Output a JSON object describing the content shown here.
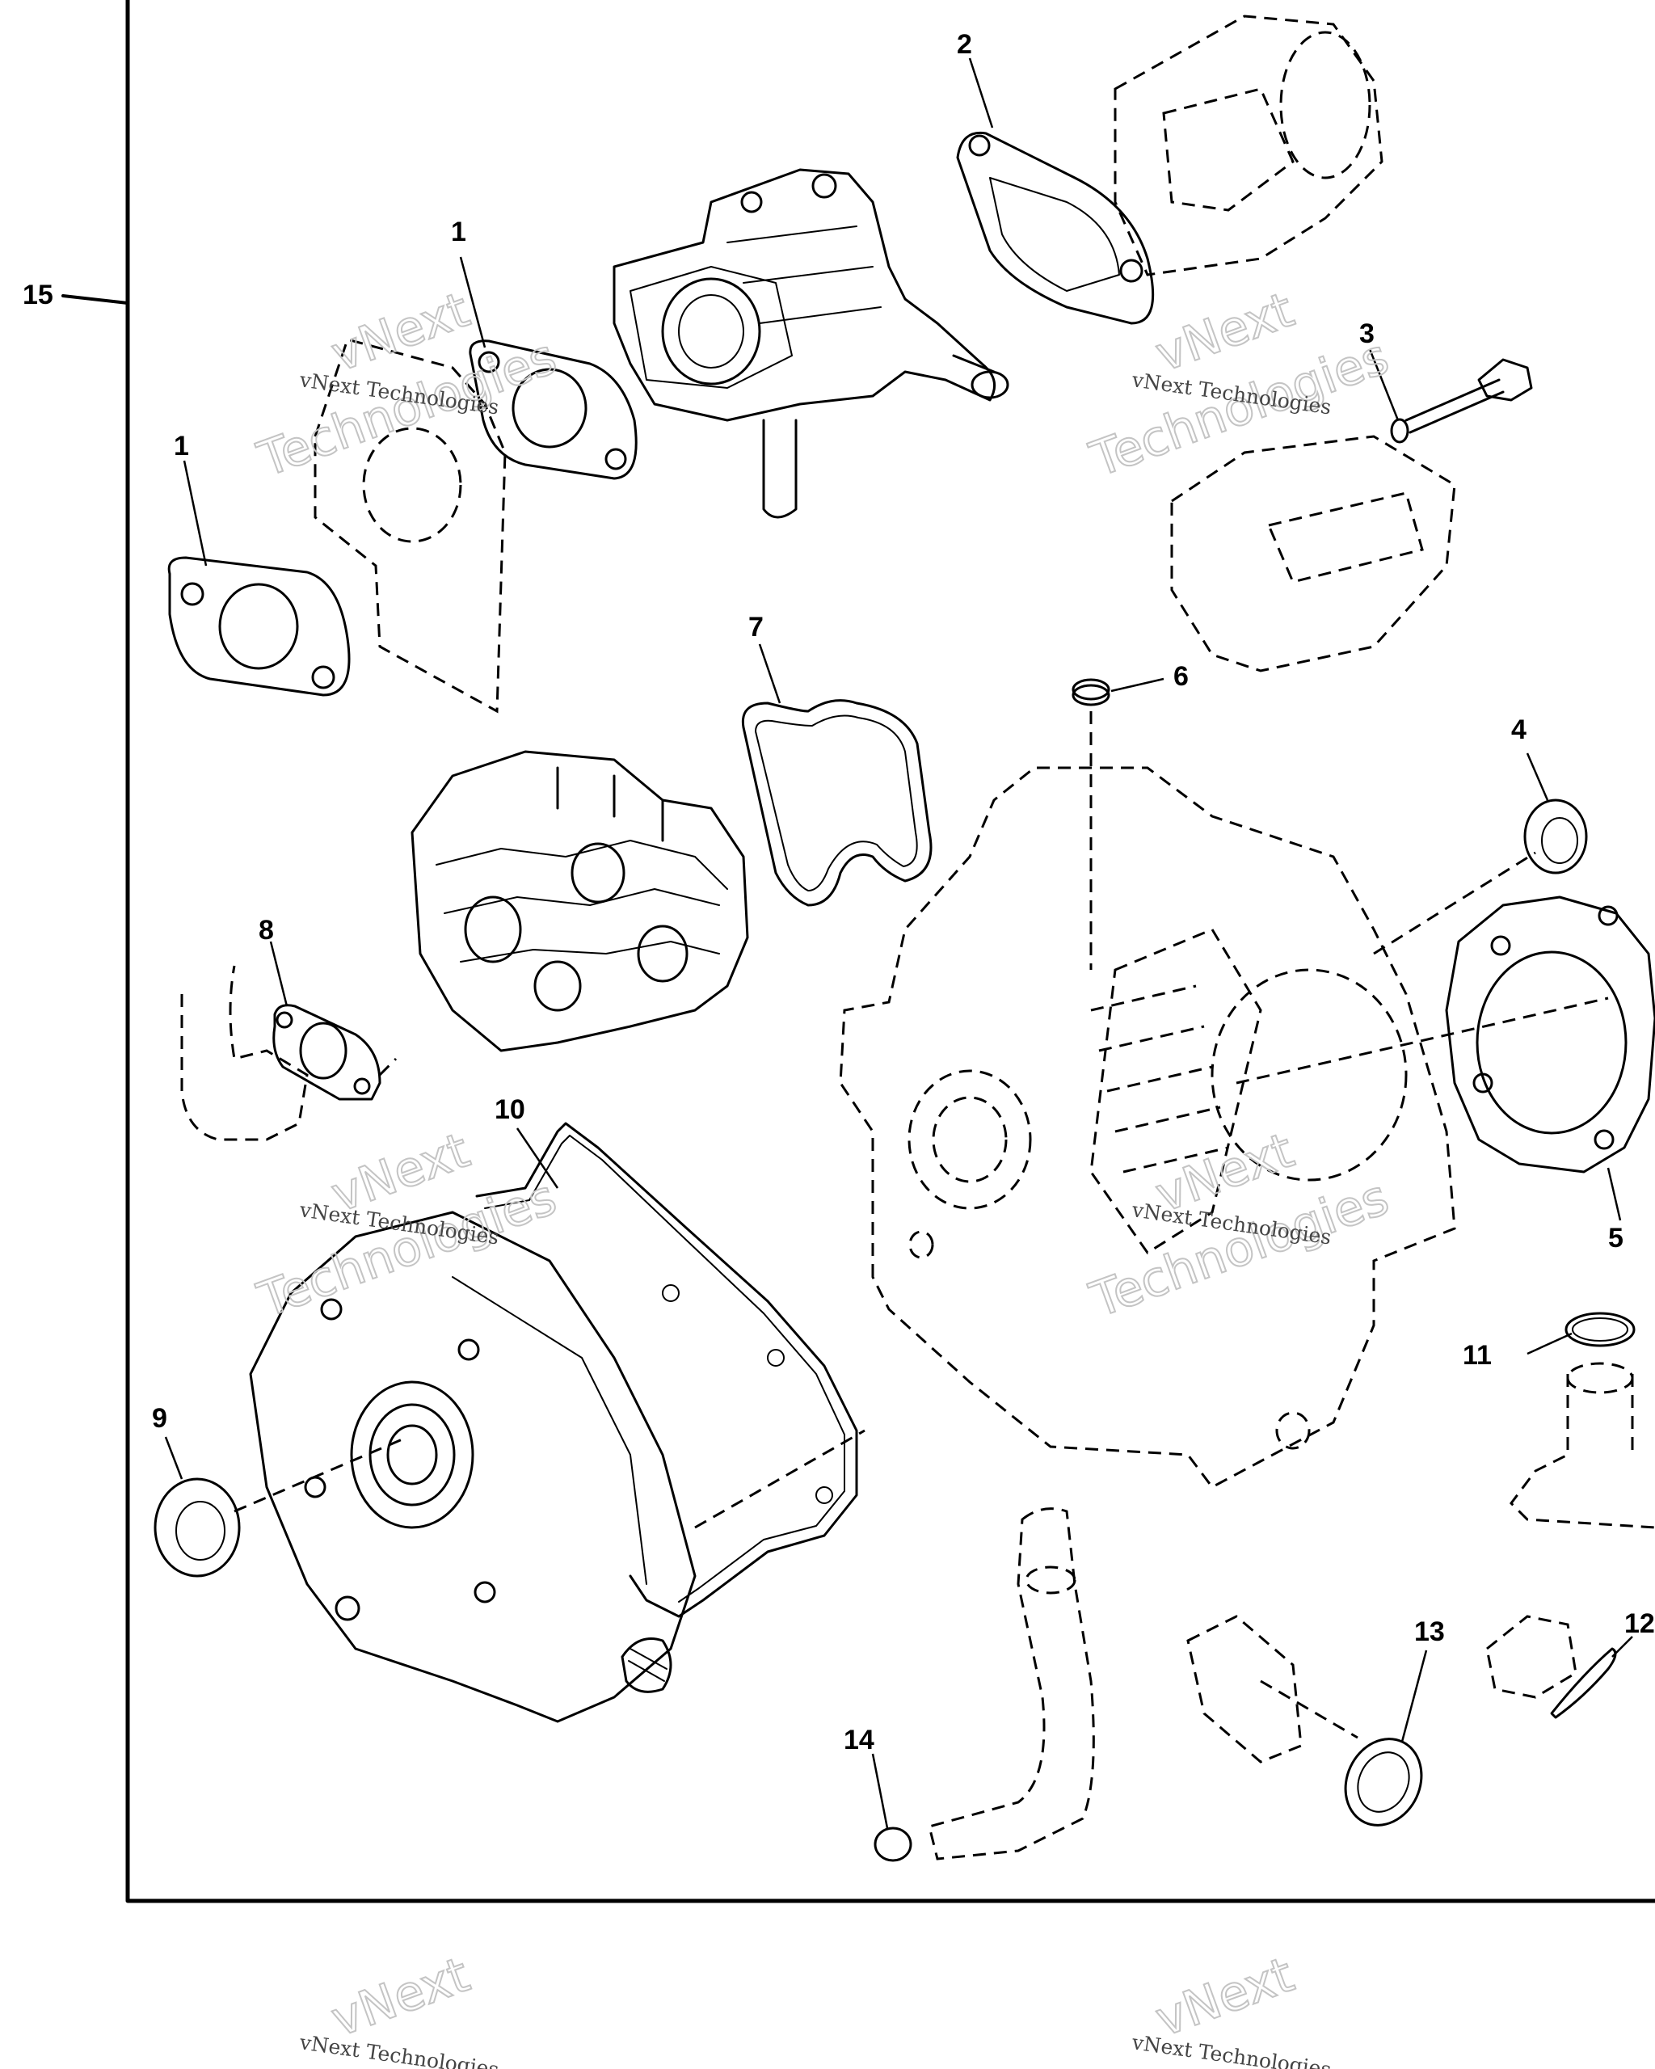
{
  "callouts": {
    "c1a": "1",
    "c1b": "1",
    "c2": "2",
    "c3": "3",
    "c4": "4",
    "c5": "5",
    "c6": "6",
    "c7": "7",
    "c8": "8",
    "c9": "9",
    "c10": "10",
    "c11": "11",
    "c12": "12",
    "c13": "13",
    "c14": "14",
    "c15": "15"
  },
  "watermark": {
    "line_a": "vNext Technologies",
    "line_b": "vNext",
    "line_c": "Technologies"
  }
}
